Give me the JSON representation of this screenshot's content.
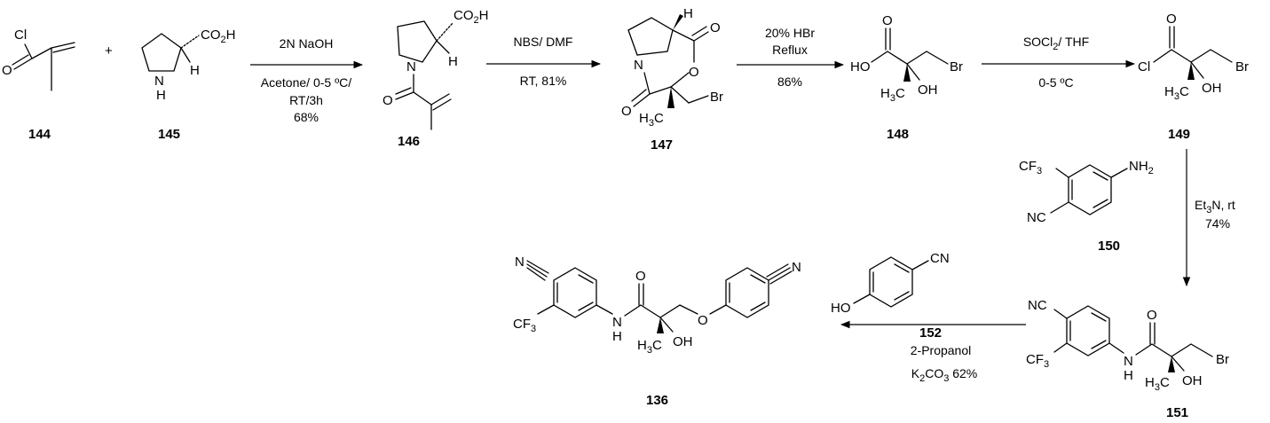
{
  "compounds": {
    "c144": "144",
    "c145": "145",
    "c146": "146",
    "c147": "147",
    "c148": "148",
    "c149": "149",
    "c150": "150",
    "c151": "151",
    "c152": "152",
    "c136": "136"
  },
  "plus": "+",
  "conditions": {
    "s1_above": "2N NaOH",
    "s1_below1": "Acetone/ 0-5 ºC/",
    "s1_below2": "RT/3h",
    "s1_below3": "68%",
    "s2_above": "NBS/ DMF",
    "s2_below": "RT,  81%",
    "s3_above1": "20% HBr",
    "s3_above2": "Reflux",
    "s3_below": "86%",
    "s4_above": "THF",
    "s4_below": "0-5 ºC",
    "s5_line1": "Et",
    "s5_line1b": "N, rt",
    "s5_line2": "74%",
    "s6_above": "2-Propanol",
    "s6_below_a": "K",
    "s6_below_b": "CO",
    "s6_below_c": " 62%"
  },
  "atoms": {
    "Cl": "Cl",
    "O": "O",
    "N": "N",
    "NH": "N",
    "H": "H",
    "OH": "OH",
    "HO": "HO",
    "Br": "Br",
    "CO2H_a": "CO",
    "CO2H_b": "H",
    "H3C_a": "H",
    "H3C_b": "C",
    "CF3_a": "CF",
    "NH2_a": "NH",
    "NC": "NC",
    "CN": "CN",
    "SOCl2_a": "SOCl",
    "SOCl2_b": "/ ",
    "two": "2",
    "three": "3"
  }
}
